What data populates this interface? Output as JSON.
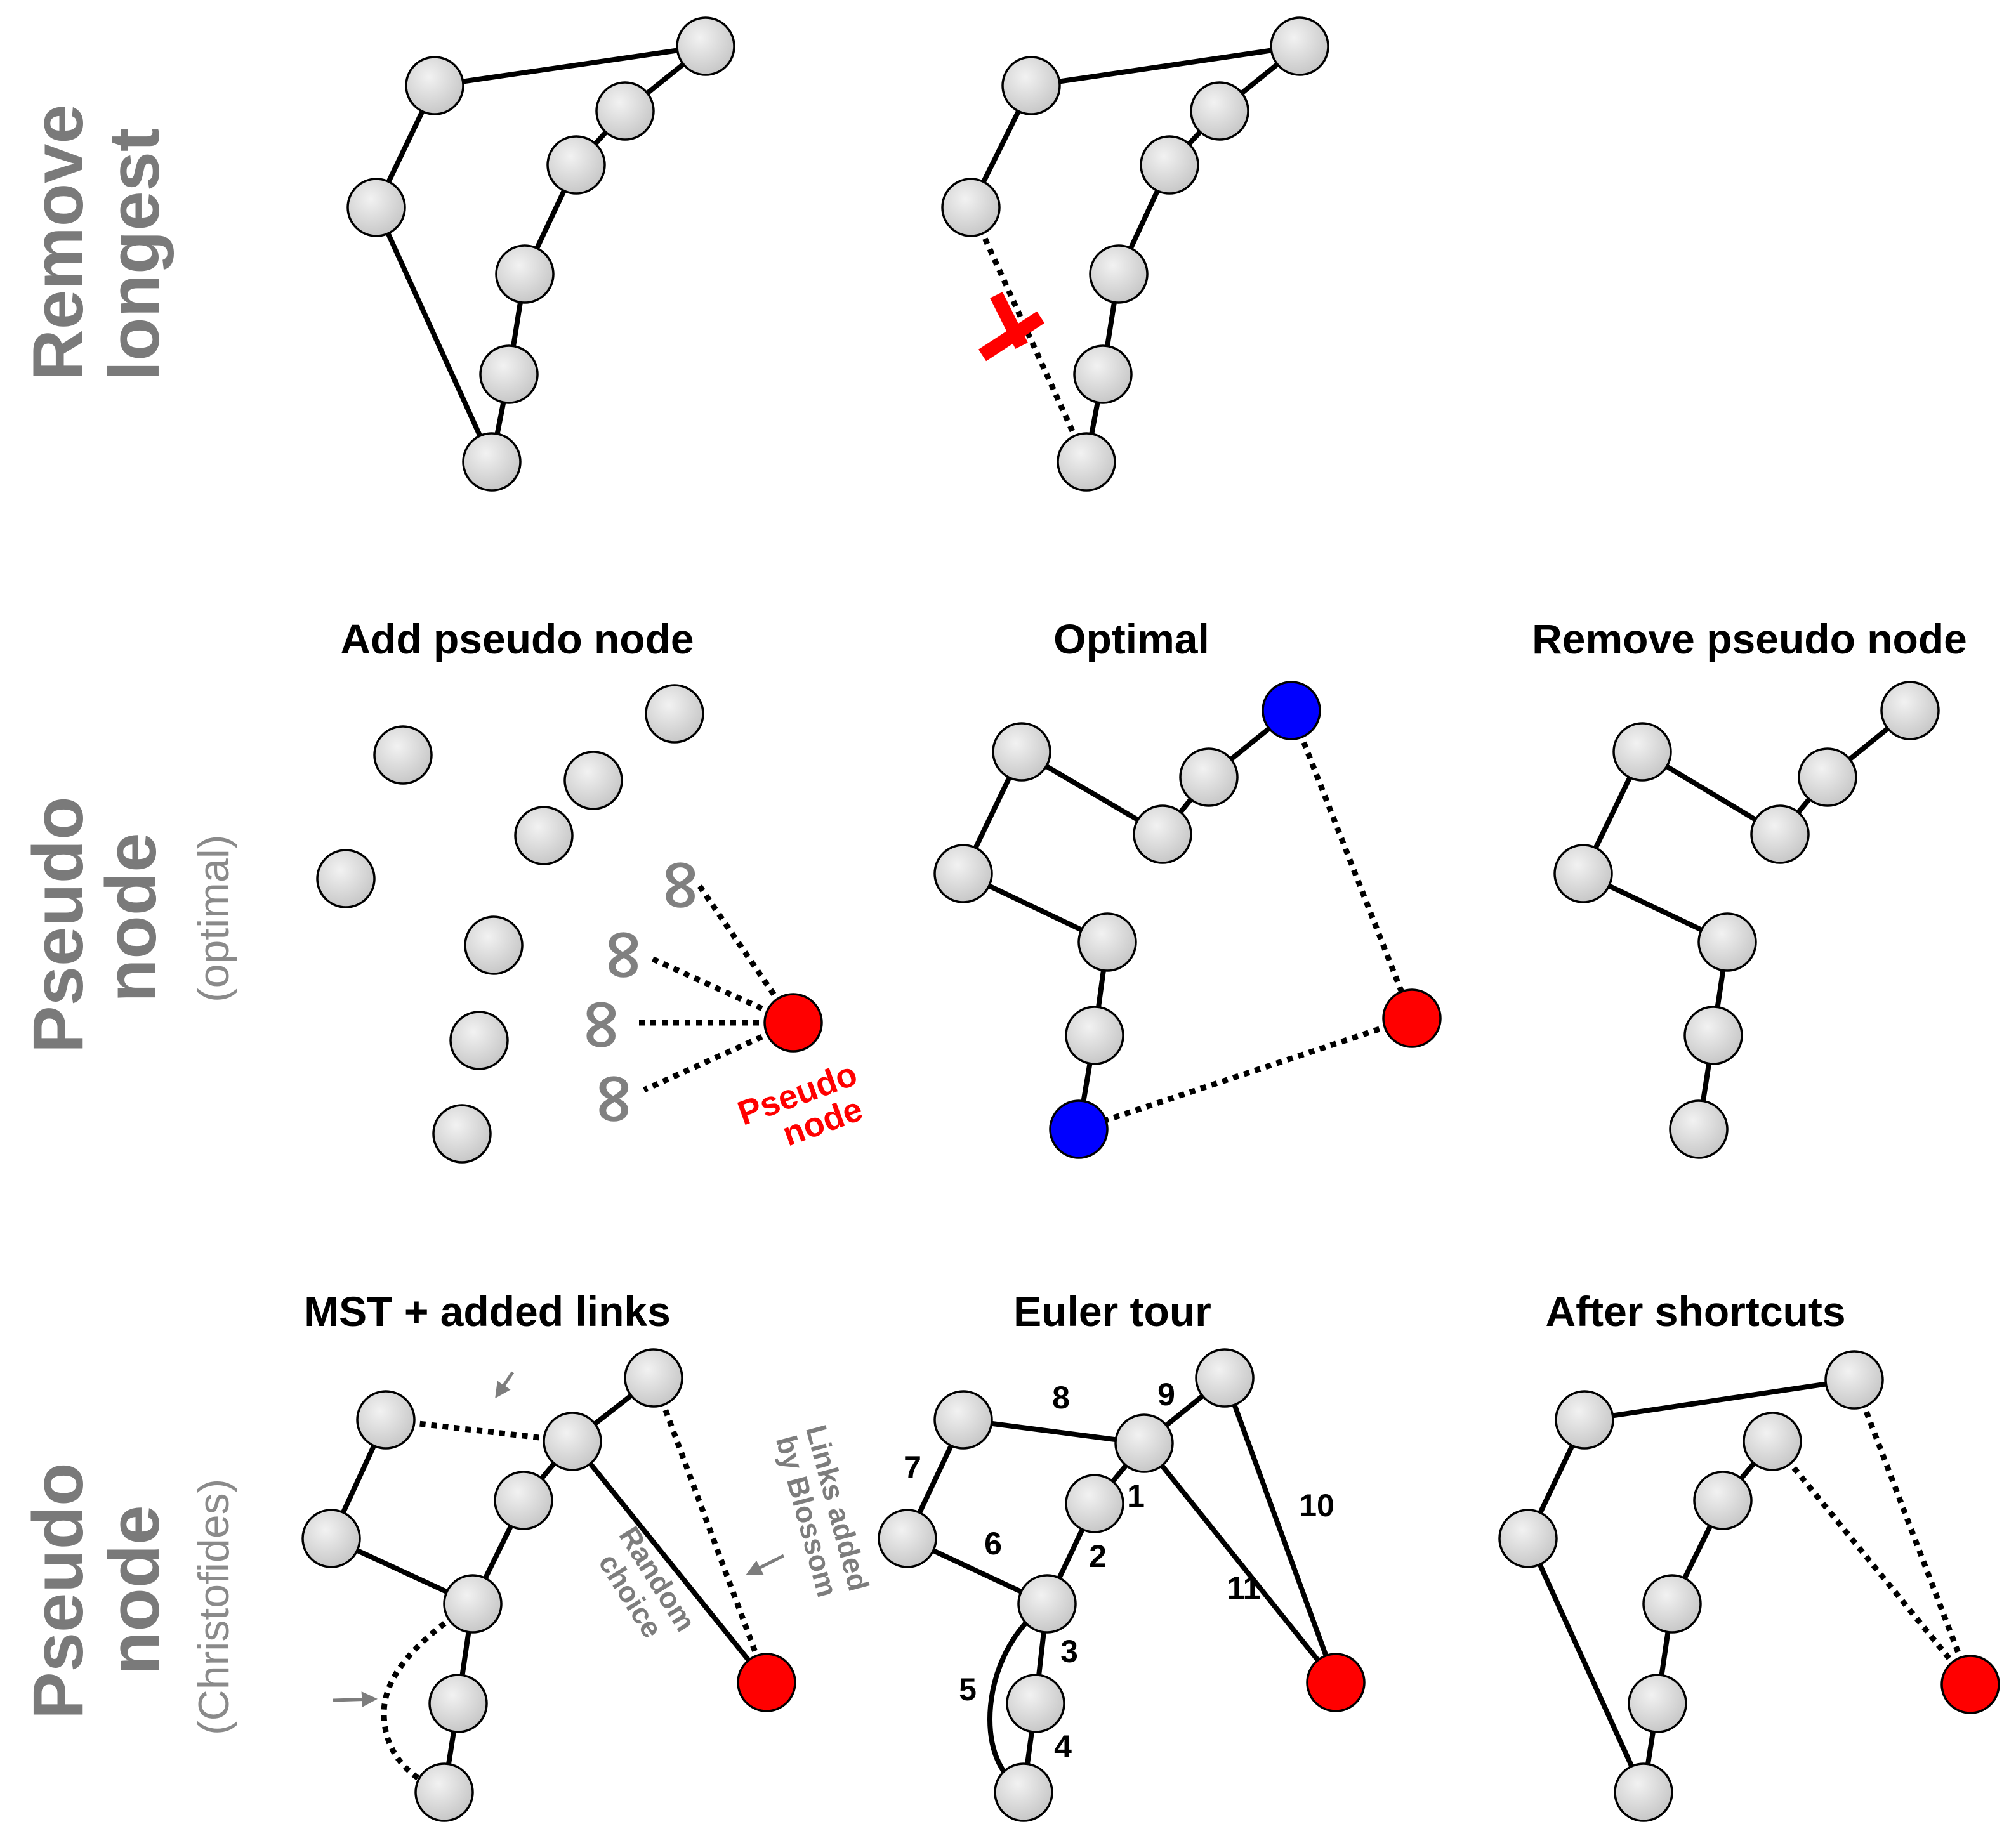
{
  "rows": [
    {
      "id": "remove-longest",
      "label_lines": [
        "Remove",
        "longest"
      ],
      "sublabel": ""
    },
    {
      "id": "pseudo-node-optimal",
      "label_lines": [
        "Pseudo",
        "node"
      ],
      "sublabel": "(optimal)"
    },
    {
      "id": "pseudo-node-christofides",
      "label_lines": [
        "Pseudo",
        "node"
      ],
      "sublabel": "(Christofides)"
    }
  ],
  "panel_titles": {
    "add_pseudo": "Add pseudo node",
    "optimal": "Optimal",
    "remove_pseudo": "Remove pseudo node",
    "mst": "MST + added links",
    "euler": "Euler tour",
    "shortcuts": "After shortcuts"
  },
  "annotations": {
    "infinity": "∞",
    "pseudo_node_lines": [
      "Pseudo",
      "node"
    ],
    "random_choice_lines": [
      "Random",
      "choice"
    ],
    "blossom_lines": [
      "Links added",
      "by Blossom"
    ]
  },
  "euler_edge_numbers": [
    "1",
    "2",
    "3",
    "4",
    "5",
    "6",
    "7",
    "8",
    "9",
    "10",
    "11"
  ],
  "colors": {
    "node_fill": "#d9d9d9",
    "pseudo_node": "#ff0000",
    "endpoint_node": "#0000ff",
    "row_label": "#7a7a7a",
    "annotation_gray": "#7d7d7d",
    "remove_mark": "#ff0000"
  }
}
